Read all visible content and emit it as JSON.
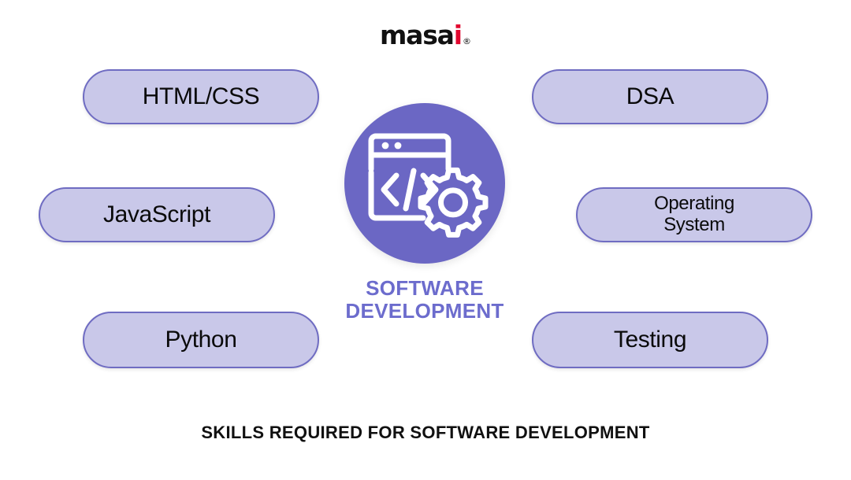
{
  "logo": {
    "name": "masai",
    "part_black": "masa",
    "part_red": "i",
    "trademark": "®",
    "red_hex": "#e2082f",
    "black_hex": "#111111"
  },
  "center": {
    "icon_name": "code-window-gear-icon",
    "circle_color": "#6b67c4",
    "caption_line1": "SOFTWARE",
    "caption_line2": "DEVELOPMENT",
    "caption_color": "#6c6ccd"
  },
  "skills": {
    "pill_fill": "#c9c8e9",
    "pill_border": "#6f6cc2",
    "left": [
      {
        "id": "html-css",
        "label": "HTML/CSS"
      },
      {
        "id": "javascript",
        "label": "JavaScript"
      },
      {
        "id": "python",
        "label": "Python"
      }
    ],
    "right": [
      {
        "id": "dsa",
        "label": "DSA"
      },
      {
        "id": "operating-system",
        "label": "Operating\nSystem"
      },
      {
        "id": "testing",
        "label": "Testing"
      }
    ]
  },
  "footer": {
    "title": "SKILLS REQUIRED FOR SOFTWARE DEVELOPMENT"
  }
}
